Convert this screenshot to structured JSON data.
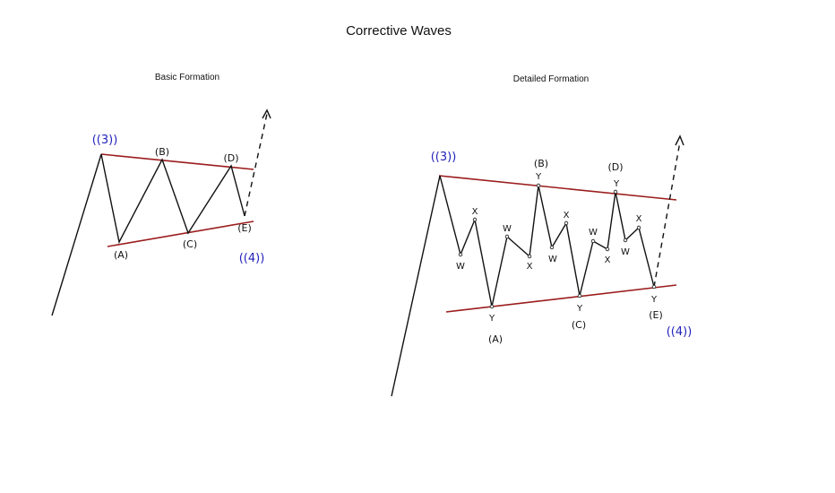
{
  "title": "Corrective Waves",
  "colors": {
    "wave": "#111111",
    "trendline": "#9b1c1c",
    "degree_label": "#2222bb"
  },
  "basic": {
    "subtitle": "Basic Formation",
    "labels": {
      "degree_start": "((3))",
      "A": "(A)",
      "B": "(B)",
      "C": "(C)",
      "D": "(D)",
      "E": "(E)",
      "degree_end": "((4))"
    }
  },
  "detailed": {
    "subtitle": "Detailed Formation",
    "labels": {
      "degree_start": "((3))",
      "A": "(A)",
      "B": "(B)",
      "C": "(C)",
      "D": "(D)",
      "E": "(E)",
      "degree_end": "((4))"
    },
    "sub_labels": [
      "W",
      "X",
      "Y",
      "W",
      "X",
      "Y",
      "W",
      "X",
      "Y",
      "W",
      "X",
      "Y",
      "W",
      "X",
      "Y"
    ]
  }
}
